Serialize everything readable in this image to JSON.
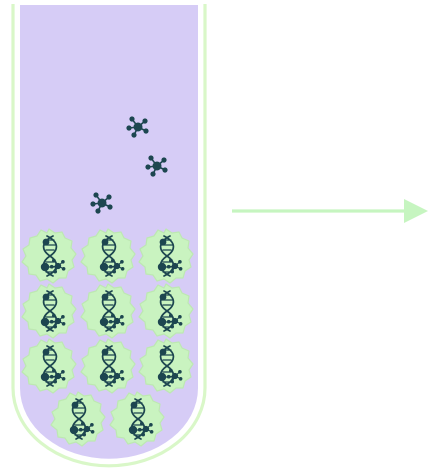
{
  "figure": {
    "colors": {
      "tube_wall": "#d9f7c8",
      "tube_fill": "#d6ccf6",
      "cell_fill": "#c9f3c0",
      "cell_edge": "#bde8b2",
      "glyph": "#1d4650",
      "arrow": "#c6f5c0"
    },
    "icons": {
      "cell": "cell-with-dna-icon",
      "free_particle": "molecule-cluster-icon",
      "arrow": "arrow-right-icon"
    },
    "tube": {
      "cell_rows": [
        3,
        3,
        3,
        2
      ],
      "free_particles": 3
    }
  }
}
